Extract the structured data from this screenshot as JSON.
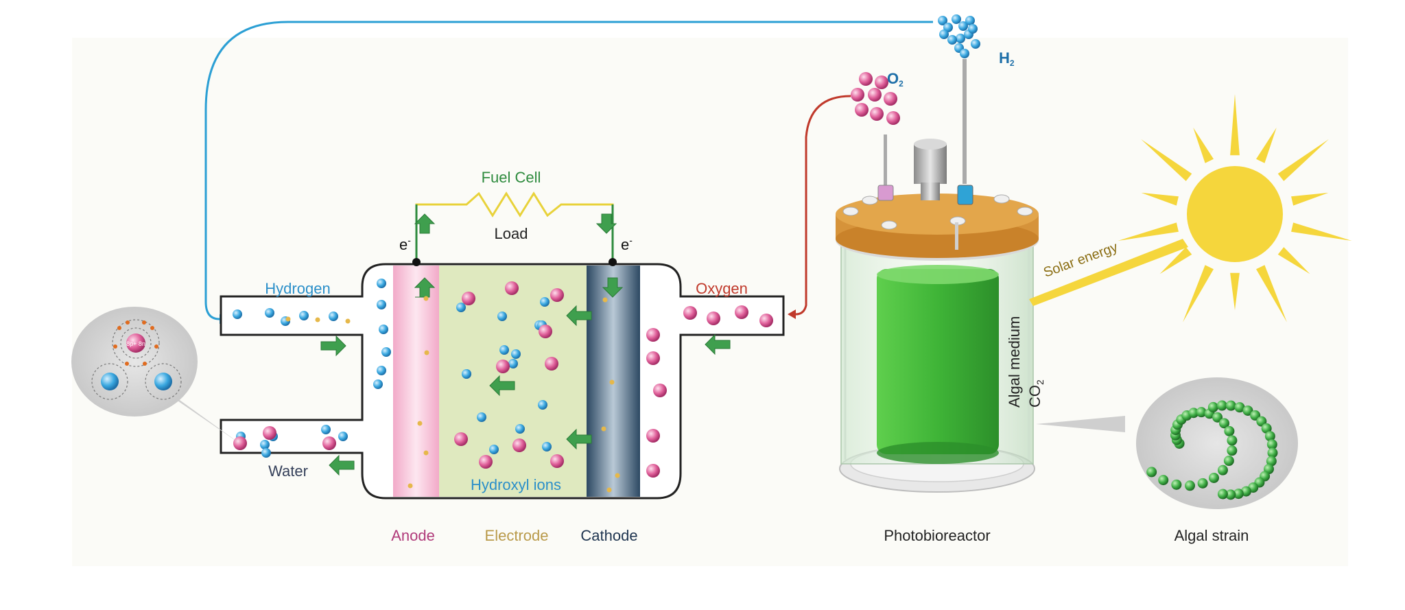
{
  "labels": {
    "fuel_cell": "Fuel Cell",
    "load": "Load",
    "electron_left": "e",
    "electron_left_sup": "-",
    "electron_right": "e",
    "electron_right_sup": "-",
    "hydrogen": "Hydrogen",
    "oxygen": "Oxygen",
    "water": "Water",
    "hydroxyl_ions": "Hydroxyl ions",
    "anode": "Anode",
    "electrode": "Electrode",
    "cathode": "Cathode",
    "photobioreactor": "Photobioreactor",
    "algal_strain": "Algal strain",
    "solar_energy": "Solar energy",
    "algal_medium": "Algal medium",
    "co2": "CO",
    "co2_sub": "2",
    "o2": "O",
    "o2_sub": "2",
    "h2": "H",
    "h2_sub": "2",
    "atom_center": "8p+ 8n"
  },
  "colors": {
    "hydrogen_text": "#2b8fc9",
    "oxygen_text": "#c0392b",
    "fuel_cell_text": "#2e8b3e",
    "anode_text": "#b03a7a",
    "electrode_text": "#b99a4a",
    "cathode_text": "#1f3550",
    "hydroxyl_text": "#2b8fc9",
    "anode_fill": "#f2a9c8",
    "electrode_fill": "#dfe9bf",
    "cathode_fill": "#3f5f7a",
    "sun": "#f5d63c",
    "algae": "#3fae45",
    "plate": "#e0a246",
    "wire_h2": "#2b9fd4",
    "wire_o2": "#c0392b",
    "load_wire": "#e8d23a"
  }
}
